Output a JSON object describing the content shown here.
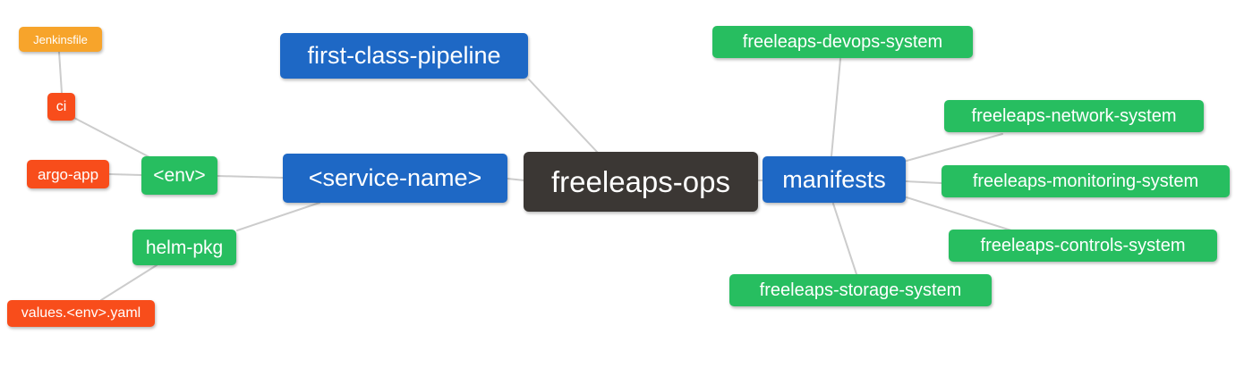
{
  "diagram": {
    "type": "mindmap",
    "root_label": "freeleaps-ops",
    "palette": {
      "root": "#3B3734",
      "blue": "#1E68C5",
      "green": "#27BE60",
      "red": "#F84D1B",
      "orange": "#F7A42B",
      "edge": "#CCCCCC",
      "text": "#FFFFFF",
      "background": "#FFFFFF"
    },
    "nodes": [
      {
        "id": "freeleaps-ops",
        "label": "freeleaps-ops",
        "level": 0,
        "color": "root"
      },
      {
        "id": "first-class-pipeline",
        "label": "first-class-pipeline",
        "level": 1,
        "color": "blue"
      },
      {
        "id": "service-name",
        "label": "<service-name>",
        "level": 1,
        "color": "blue"
      },
      {
        "id": "manifests",
        "label": "manifests",
        "level": 1,
        "color": "blue"
      },
      {
        "id": "env",
        "label": "<env>",
        "level": 2,
        "color": "green"
      },
      {
        "id": "helm-pkg",
        "label": "helm-pkg",
        "level": 2,
        "color": "green"
      },
      {
        "id": "ci",
        "label": "ci",
        "level": 3,
        "color": "red"
      },
      {
        "id": "argo-app",
        "label": "argo-app",
        "level": 3,
        "color": "red"
      },
      {
        "id": "jenkinsfile",
        "label": "Jenkinsfile",
        "level": 4,
        "color": "orange"
      },
      {
        "id": "values-env-yaml",
        "label": "values.<env>.yaml",
        "level": 3,
        "color": "red"
      },
      {
        "id": "freeleaps-devops-system",
        "label": "freeleaps-devops-system",
        "level": 2,
        "color": "green"
      },
      {
        "id": "freeleaps-network-system",
        "label": "freeleaps-network-system",
        "level": 2,
        "color": "green"
      },
      {
        "id": "freeleaps-monitoring-system",
        "label": "freeleaps-monitoring-system",
        "level": 2,
        "color": "green"
      },
      {
        "id": "freeleaps-controls-system",
        "label": "freeleaps-controls-system",
        "level": 2,
        "color": "green"
      },
      {
        "id": "freeleaps-storage-system",
        "label": "freeleaps-storage-system",
        "level": 2,
        "color": "green"
      }
    ],
    "edges": [
      [
        "jenkinsfile",
        "ci"
      ],
      [
        "ci",
        "env"
      ],
      [
        "argo-app",
        "env"
      ],
      [
        "env",
        "service-name"
      ],
      [
        "service-name",
        "helm-pkg"
      ],
      [
        "helm-pkg",
        "values-env-yaml"
      ],
      [
        "first-class-pipeline",
        "freeleaps-ops"
      ],
      [
        "service-name",
        "freeleaps-ops"
      ],
      [
        "freeleaps-ops",
        "manifests"
      ],
      [
        "manifests",
        "freeleaps-devops-system"
      ],
      [
        "manifests",
        "freeleaps-network-system"
      ],
      [
        "manifests",
        "freeleaps-monitoring-system"
      ],
      [
        "manifests",
        "freeleaps-controls-system"
      ],
      [
        "manifests",
        "freeleaps-storage-system"
      ]
    ]
  }
}
